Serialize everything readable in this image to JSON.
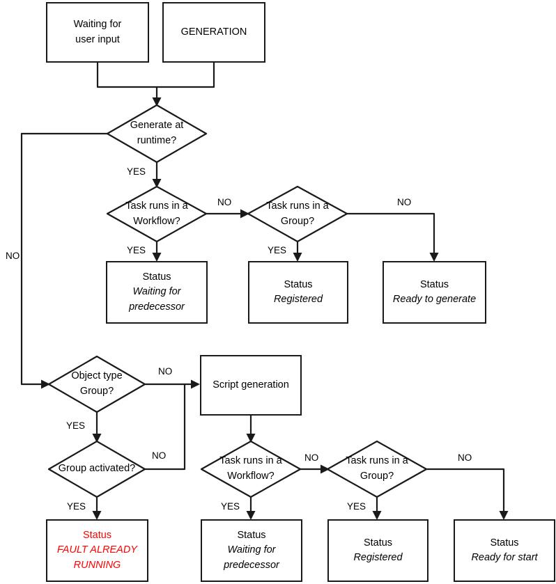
{
  "diagram": {
    "title": "GENERATION task state flowchart",
    "colors": {
      "stroke": "#1a1a1a",
      "text": "#000000",
      "fault": "#ff0000",
      "background": "#ffffff"
    },
    "nodes": {
      "waiting_user_input": {
        "line1": "Waiting for",
        "line2": "user input"
      },
      "generation": {
        "line1": "GENERATION"
      },
      "d_generate_runtime": {
        "line1": "Generate at",
        "line2": "runtime?"
      },
      "d_workflow_top": {
        "line1": "Task runs in a",
        "line2": "Workflow?"
      },
      "d_group_top": {
        "line1": "Task runs in a",
        "line2": "Group?"
      },
      "status_waiting_predecessor_top": {
        "line1": "Status",
        "line2": "Waiting for",
        "line3": "predecessor"
      },
      "status_registered_top": {
        "line1": "Status",
        "line2": "Registered"
      },
      "status_ready_generate": {
        "line1": "Status",
        "line2": "Ready to generate"
      },
      "d_object_type_group": {
        "line1": "Object type",
        "line2": "Group?"
      },
      "script_generation": {
        "line1": "Script generation"
      },
      "d_group_activated": {
        "line1": "Group activated?"
      },
      "status_fault": {
        "line1": "Status",
        "line2": "FAULT ALREADY",
        "line3": "RUNNING"
      },
      "d_workflow_bottom": {
        "line1": "Task runs in a",
        "line2": "Workflow?"
      },
      "d_group_bottom": {
        "line1": "Task runs in a",
        "line2": "Group?"
      },
      "status_waiting_predecessor_bottom": {
        "line1": "Status",
        "line2": "Waiting for",
        "line3": "predecessor"
      },
      "status_registered_bottom": {
        "line1": "Status",
        "line2": "Registered"
      },
      "status_ready_start": {
        "line1": "Status",
        "line2": "Ready for start"
      }
    },
    "edge_labels": {
      "generate_runtime_no": "NO",
      "generate_runtime_yes": "YES",
      "workflow_top_no": "NO",
      "workflow_top_yes": "YES",
      "group_top_no": "NO",
      "group_top_yes": "YES",
      "object_type_group_no": "NO",
      "object_type_group_yes": "YES",
      "group_activated_no": "NO",
      "group_activated_yes": "YES",
      "workflow_bottom_no": "NO",
      "workflow_bottom_yes": "YES",
      "group_bottom_no": "NO",
      "group_bottom_yes": "YES"
    }
  }
}
